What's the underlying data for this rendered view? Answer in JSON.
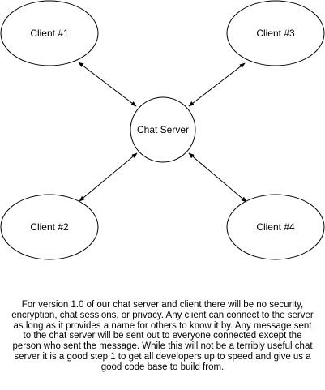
{
  "diagram": {
    "nodes": {
      "client1": "Client #1",
      "client2": "Client #2",
      "client3": "Client #3",
      "client4": "Client #4",
      "server": "Chat Server"
    },
    "edges": [
      [
        "client1",
        "server"
      ],
      [
        "client3",
        "server"
      ],
      [
        "client2",
        "server"
      ],
      [
        "client4",
        "server"
      ]
    ],
    "colors": {
      "stroke": "#000000",
      "fill": "#ffffff",
      "text": "#000000"
    }
  },
  "description": "For version 1.0 of our chat server and client there will be no security,\nencryption, chat sessions, or privacy.  Any client can connect to the server\nas long as it provides a name for others to know it by.  Any message sent\nto the chat server will be sent out to everyone connected except the\nperson who sent the message.  While this will not be a terribly useful chat\nserver it is a good step 1 to get all developers up to speed and give us a\ngood code base to build from."
}
